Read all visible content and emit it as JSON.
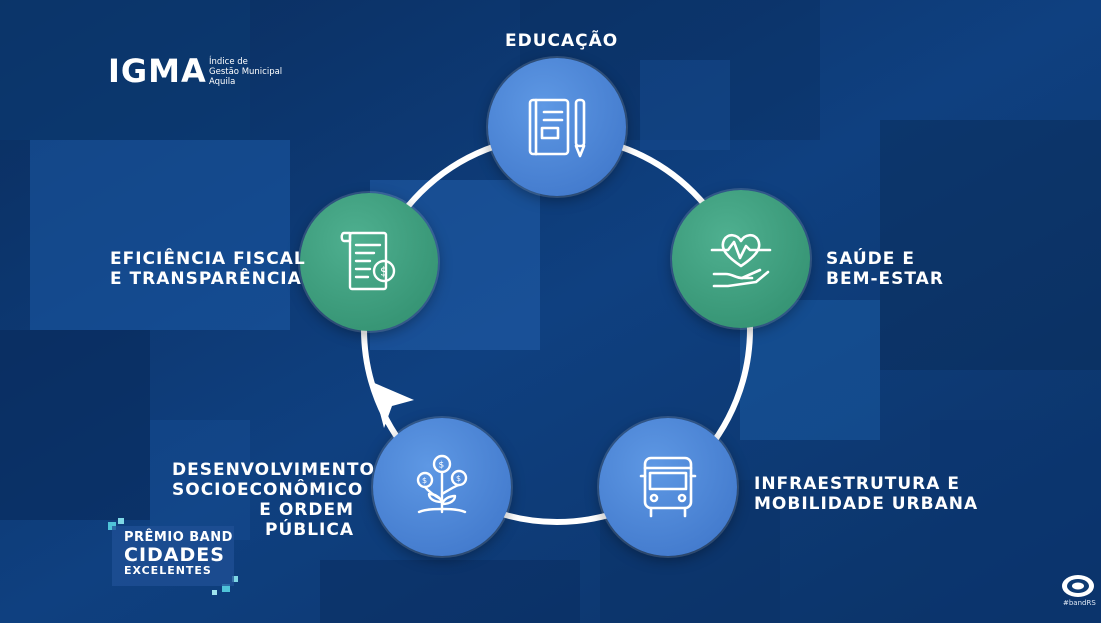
{
  "logo": {
    "name": "IGMA",
    "subtitle_lines": [
      "Índice de",
      "Gestão Municipal",
      "Aquila"
    ]
  },
  "cycle": {
    "nodes": [
      {
        "id": "educacao",
        "label_lines": [
          "EDUCAÇÃO"
        ],
        "color": "#4a86d6",
        "icon": "book-pen-icon"
      },
      {
        "id": "saude",
        "label_lines": [
          "SAÚDE E",
          "BEM-ESTAR"
        ],
        "color": "#3e9e7e",
        "icon": "heart-hand-icon"
      },
      {
        "id": "infraestrutura",
        "label_lines": [
          "INFRAESTRUTURA E",
          "MOBILIDADE URBANA"
        ],
        "color": "#4a86d6",
        "icon": "bus-icon"
      },
      {
        "id": "desenvolvimento",
        "label_lines": [
          "DESENVOLVIMENTO",
          "SOCIOECONÔMICO",
          "E ORDEM PÚBLICA"
        ],
        "color": "#4a86d6",
        "icon": "money-plant-icon"
      },
      {
        "id": "eficiencia",
        "label_lines": [
          "EFICIÊNCIA FISCAL",
          "E TRANSPARÊNCIA"
        ],
        "color": "#3e9e7e",
        "icon": "invoice-coin-icon"
      }
    ]
  },
  "premio": {
    "line1": "PRÊMIO BAND",
    "line2": "CIDADES",
    "line3": "EXCELENTES"
  },
  "broadcaster": {
    "tag": "#bandRS",
    "icon": "band-logo-icon"
  },
  "colors": {
    "background": "#0d3a72",
    "ring": "#ffffff",
    "blue_node": "#4a86d6",
    "green_node": "#3e9e7e"
  }
}
